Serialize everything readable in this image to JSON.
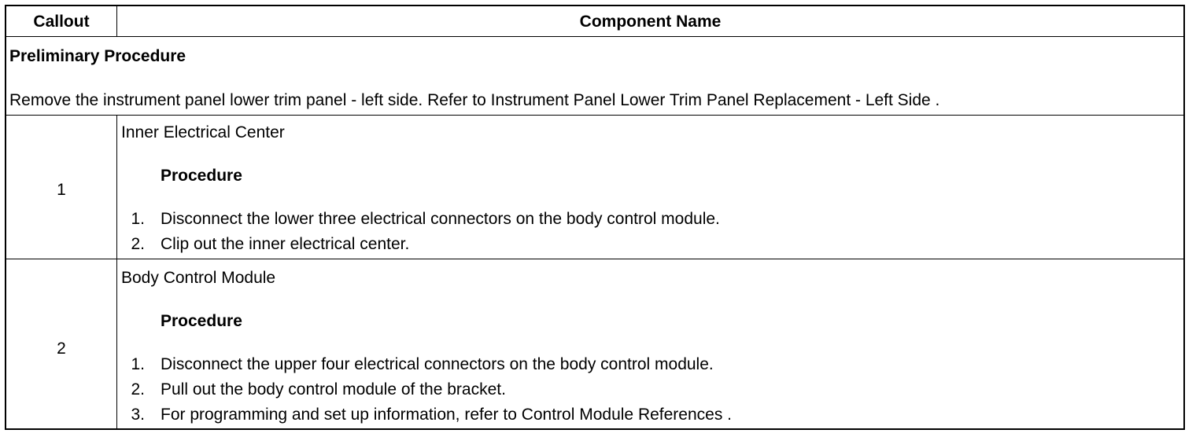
{
  "header": {
    "callout": "Callout",
    "component_name": "Component Name"
  },
  "preliminary": {
    "title": "Preliminary Procedure",
    "text": "Remove the instrument panel lower trim panel - left side. Refer to Instrument Panel Lower Trim Panel Replacement - Left Side ."
  },
  "rows": [
    {
      "callout": "1",
      "component": "Inner Electrical Center",
      "procedure_label": "Procedure",
      "steps": [
        {
          "num": "1.",
          "text": "Disconnect the lower three electrical connectors on the body control module."
        },
        {
          "num": "2.",
          "text": "Clip out the inner electrical center."
        }
      ]
    },
    {
      "callout": "2",
      "component": "Body Control Module",
      "procedure_label": "Procedure",
      "steps": [
        {
          "num": "1.",
          "text": "Disconnect the upper four electrical connectors on the body control module."
        },
        {
          "num": "2.",
          "text": "Pull out the body control module of the bracket."
        },
        {
          "num": "3.",
          "text": "For programming and set up information, refer to Control Module References ."
        }
      ]
    }
  ]
}
